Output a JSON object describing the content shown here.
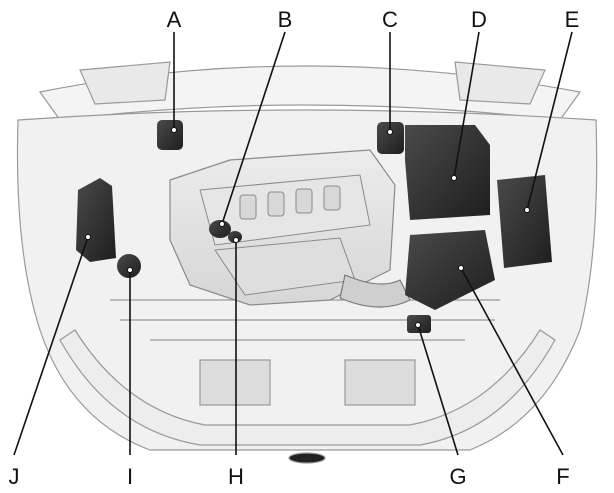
{
  "figure": {
    "callouts": [
      {
        "id": "a",
        "label": "A"
      },
      {
        "id": "b",
        "label": "B"
      },
      {
        "id": "c",
        "label": "C"
      },
      {
        "id": "d",
        "label": "D"
      },
      {
        "id": "e",
        "label": "E"
      },
      {
        "id": "f",
        "label": "F"
      },
      {
        "id": "g",
        "label": "G"
      },
      {
        "id": "h",
        "label": "H"
      },
      {
        "id": "i",
        "label": "I"
      },
      {
        "id": "j",
        "label": "J"
      }
    ],
    "colors": {
      "outline": "#8a8a8a",
      "body_fill": "#f1f1f1",
      "engine_fill": "#e2e2e2",
      "component_dark": "#2b2b2b",
      "leader_line": "#111111"
    }
  }
}
